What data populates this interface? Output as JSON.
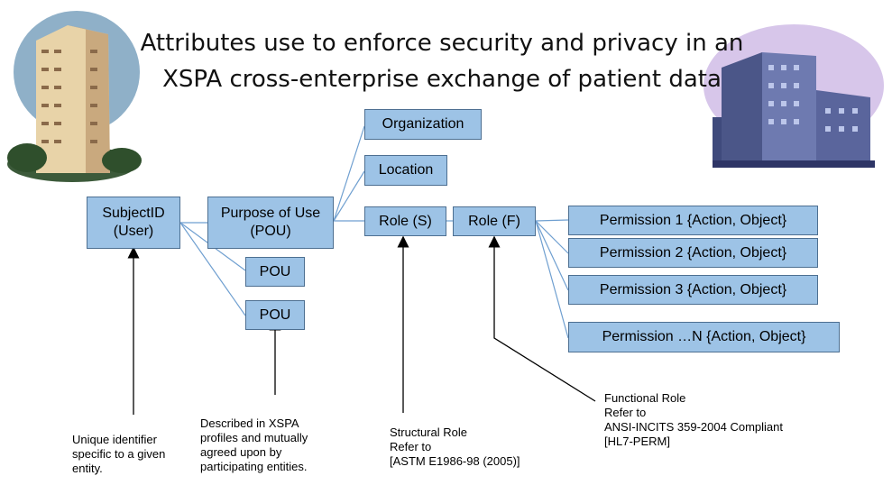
{
  "title": {
    "line1": "Attributes use to enforce security and privacy in an",
    "line2": "XSPA cross-enterprise exchange of patient data"
  },
  "boxes": {
    "subject": "SubjectID\n(User)",
    "pou_main": "Purpose of Use\n(POU)",
    "pou_2": "POU",
    "pou_3": "POU",
    "organization": "Organization",
    "location": "Location",
    "role_s": "Role (S)",
    "role_f": "Role (F)",
    "perm_1": "Permission 1 {Action, Object}",
    "perm_2": "Permission 2 {Action, Object}",
    "perm_3": "Permission 3 {Action, Object}",
    "perm_n": "Permission …N {Action, Object}"
  },
  "notes": {
    "subject": "Unique identifier\nspecific to a given\nentity.",
    "pou": "Described in XSPA\nprofiles and mutually\nagreed upon by\nparticipating entities.",
    "role_s": "Structural Role\nRefer to\n[ASTM E1986-98 (2005)]",
    "role_f": "Functional Role\nRefer to\nANSI-INCITS 359-2004 Compliant\n[HL7-PERM]"
  },
  "colors": {
    "box_fill": "#9dc3e6",
    "box_border": "#4d6f91",
    "connector": "#6f9fd0"
  },
  "icons": [
    "residential-tower-icon",
    "hospital-building-icon"
  ]
}
